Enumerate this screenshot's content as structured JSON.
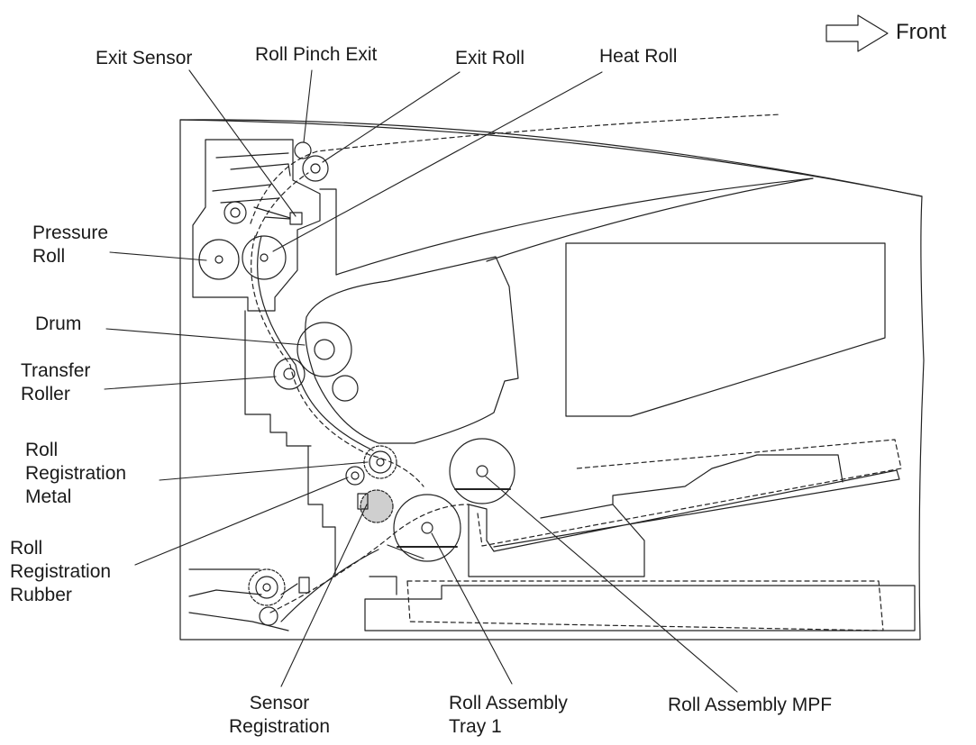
{
  "direction": {
    "label": "Front"
  },
  "labels": {
    "exit_sensor": "Exit Sensor",
    "roll_pinch_exit": "Roll Pinch Exit",
    "exit_roll": "Exit Roll",
    "heat_roll": "Heat Roll",
    "pressure_roll": [
      "Pressure",
      "Roll"
    ],
    "drum": "Drum",
    "transfer_roller": [
      "Transfer",
      "Roller"
    ],
    "roll_registration_metal": [
      "Roll",
      "Registration",
      "Metal"
    ],
    "roll_registration_rubber": [
      "Roll",
      "Registration",
      "Rubber"
    ],
    "sensor_registration": [
      "Sensor",
      "Registration"
    ],
    "roll_assembly_tray1": [
      "Roll Assembly",
      "Tray 1"
    ],
    "roll_assembly_mpf": "Roll Assembly MPF"
  }
}
